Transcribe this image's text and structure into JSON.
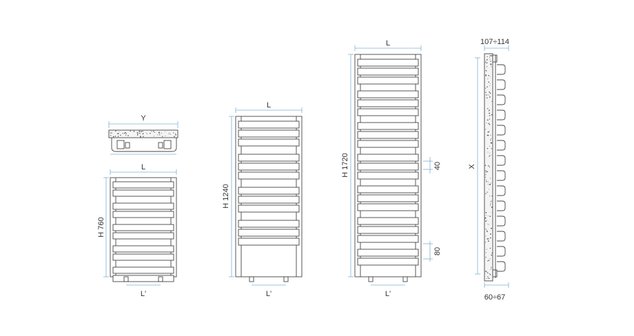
{
  "colors": {
    "line": "#444444",
    "dimension_line": "#7fb0d0",
    "text": "#333333",
    "background": "#ffffff"
  },
  "top_view": {
    "width_label": "Y"
  },
  "radiator_760": {
    "height_label": "H 760",
    "width_label": "L",
    "pipe_spacing_label": "L'"
  },
  "radiator_1240": {
    "height_label": "H 1240",
    "width_label": "L",
    "pipe_spacing_label": "L'"
  },
  "radiator_1720": {
    "height_label": "H 1720",
    "width_label": "L",
    "pipe_spacing_label": "L'",
    "gap_label": "40",
    "bottom_gap_label": "80"
  },
  "side_view": {
    "top_depth_label": "107÷114",
    "bottom_depth_label": "60÷67",
    "length_label": "X"
  }
}
